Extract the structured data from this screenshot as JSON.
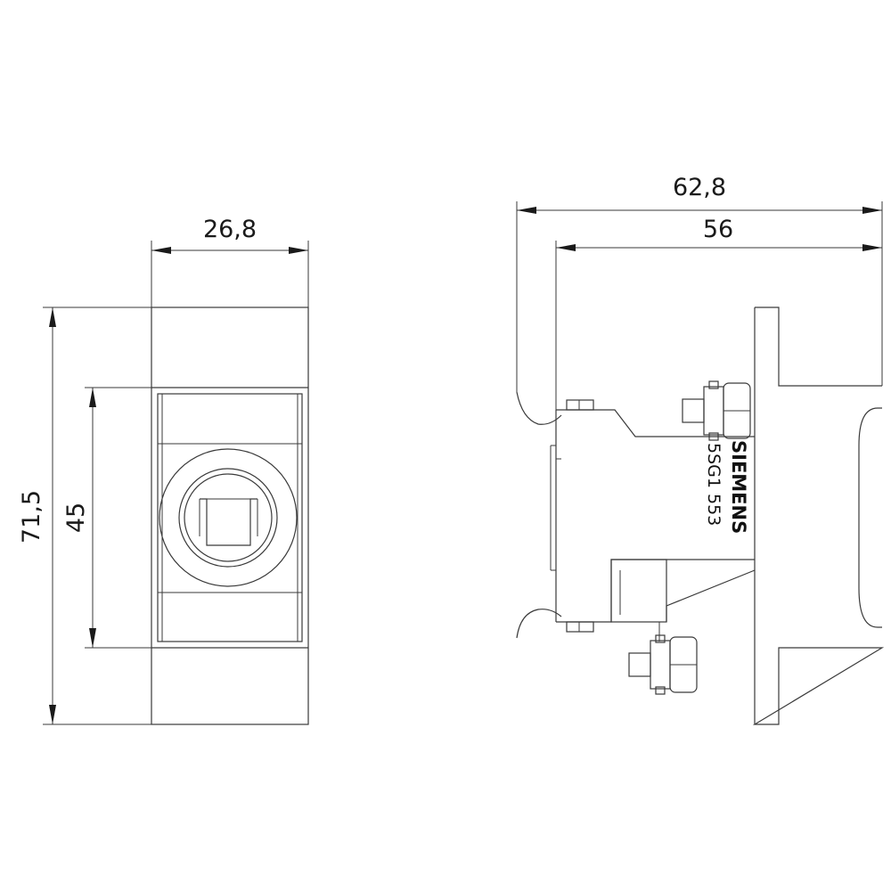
{
  "front_view": {
    "dimensions": {
      "width": "26,8",
      "height_total": "71,5",
      "height_inner": "45"
    }
  },
  "side_view": {
    "dimensions": {
      "depth_total": "62,8",
      "depth_inner": "56"
    },
    "label": {
      "brand": "SIEMENS",
      "product_code": "5SG1 553"
    }
  }
}
